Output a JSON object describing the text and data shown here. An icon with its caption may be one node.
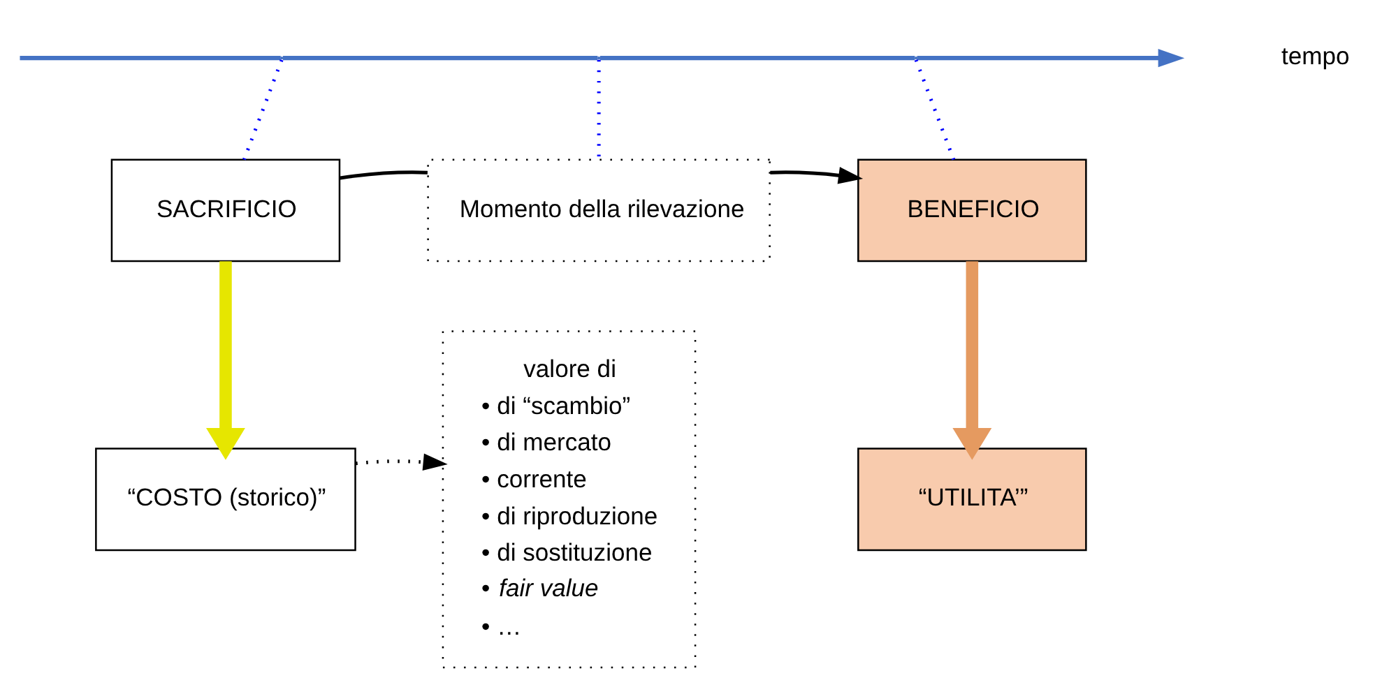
{
  "diagram": {
    "nodes": [
      {
        "text": [
          "SACRIFICIO"
        ]
      },
      {
        "text": [
          "Momento della rilevazione"
        ]
      },
      {
        "text": [
          "BENEFICIO"
        ]
      },
      {
        "text": [
          "“COSTO (storico)”"
        ]
      },
      {
        "text": [
          "valore di",
          "• di “scambio”",
          "• di mercato",
          "• corrente",
          "• di riproduzione",
          "• di sostituzione",
          "• *fair value*",
          "• …"
        ]
      },
      {
        "text": [
          "“UTILITA’”"
        ]
      }
    ],
    "edges": [
      {
        "from": null,
        "to": 0,
        "arrow": "none",
        "style": "dashed",
        "color": "#0000ff"
      },
      {
        "from": null,
        "to": 1,
        "arrow": "none",
        "style": "dashed",
        "color": "#0000ff"
      },
      {
        "from": null,
        "to": 2,
        "arrow": "none",
        "style": "dashed",
        "color": "#0000ff"
      },
      {
        "from": 0,
        "to": 1,
        "arrow": "none",
        "color": "#000000"
      },
      {
        "from": 1,
        "to": 2,
        "arrow": "to",
        "color": "#000000"
      },
      {
        "from": 0,
        "to": 3,
        "arrow": "to",
        "style": "thick",
        "color": "#e6e600"
      },
      {
        "from": 3,
        "to": 4,
        "arrow": "to",
        "style": "dashed",
        "color": "#000000"
      },
      {
        "from": 2,
        "to": 5,
        "arrow": "to",
        "style": "thick",
        "color": "#e59a60"
      }
    ],
    "labels": [
      "tempo"
    ]
  }
}
